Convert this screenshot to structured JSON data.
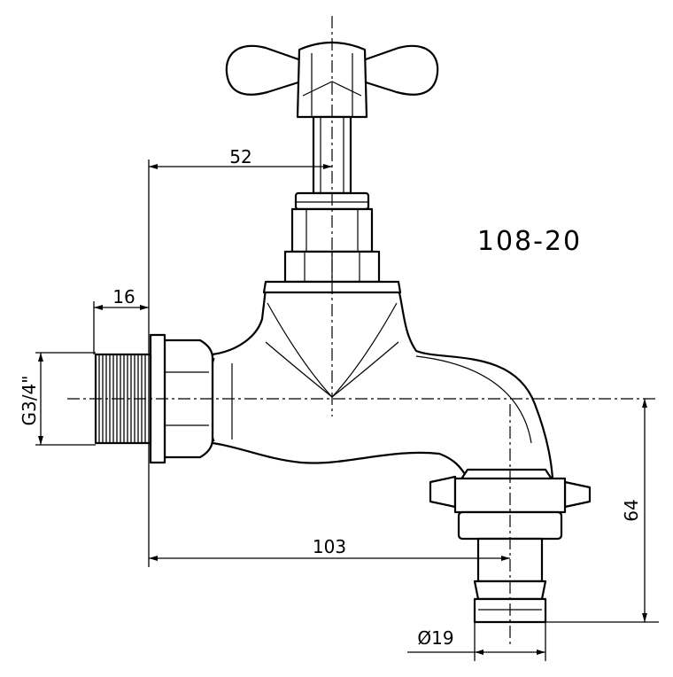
{
  "drawing": {
    "model_code": "108-20",
    "dimensions": {
      "handle_offset": "52",
      "thread_length": "16",
      "thread_size": "G3/4\"",
      "total_length": "103",
      "outlet_height": "64",
      "hose_diameter": "Ø19"
    }
  }
}
